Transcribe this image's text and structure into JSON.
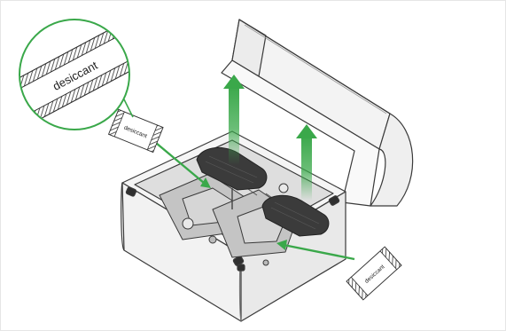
{
  "figure": {
    "callout": {
      "label": "desiccant",
      "ring_color": "#3aa84a"
    },
    "packet_left": {
      "label": "desiccant"
    },
    "packet_right": {
      "label": "desiccant"
    },
    "colors": {
      "outline": "#3a3a3a",
      "box_fill": "#f4f4f4",
      "tray_fill": "#c9c9c9",
      "pad_fill": "#3b3b3b",
      "accent_green": "#3aa84a",
      "frame": "#e6e6e6"
    },
    "icons": {
      "up_arrow_left": "up-arrow-icon",
      "up_arrow_right": "up-arrow-icon",
      "pointer_left": "pointer-arrow-icon",
      "pointer_right": "pointer-arrow-icon"
    }
  }
}
